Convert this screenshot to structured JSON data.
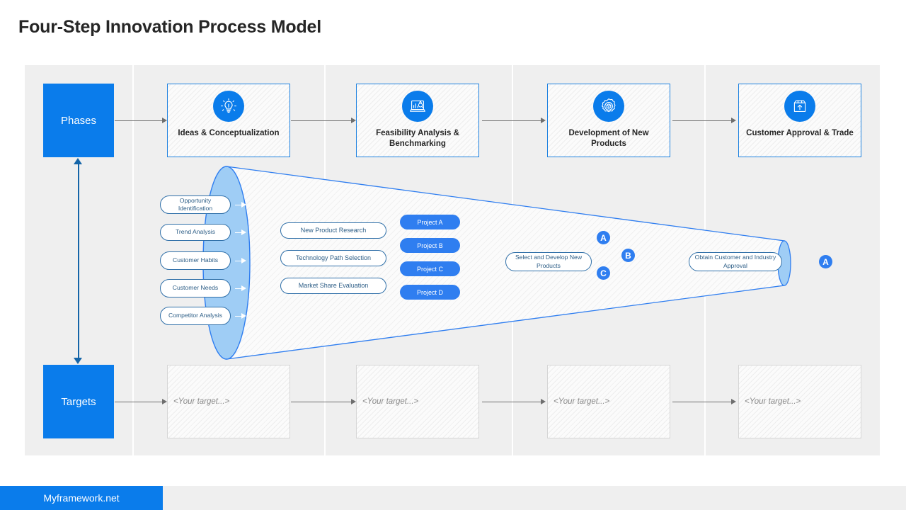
{
  "page": {
    "title": "Four-Step Innovation Process Model",
    "accent_color": "#0a7ceb",
    "canvas_bg": "#efefef",
    "funnel_outline": "#2f7ef0",
    "funnel_cap_fill": "#9fcdf5"
  },
  "rows": {
    "phases_label": "Phases",
    "targets_label": "Targets"
  },
  "phases": [
    {
      "label": "Ideas & Conceptualization",
      "icon": "lightbulb-icon"
    },
    {
      "label": "Feasibility Analysis & Benchmarking",
      "icon": "laptop-analysis-icon"
    },
    {
      "label": "Development of New Products",
      "icon": "gear-box-icon"
    },
    {
      "label": "Customer Approval & Trade",
      "icon": "package-upload-icon"
    }
  ],
  "targets": [
    {
      "placeholder": "<Your target...>"
    },
    {
      "placeholder": "<Your target...>"
    },
    {
      "placeholder": "<Your target...>"
    },
    {
      "placeholder": "<Your target...>"
    }
  ],
  "funnel": {
    "inputs": [
      "Opportunity Identification",
      "Trend Analysis",
      "Customer Habits",
      "Customer Needs",
      "Competitor Analysis"
    ],
    "stage_two": [
      "New Product Research",
      "Technology Path Selection",
      "Market Share Evaluation"
    ],
    "projects": [
      "Project A",
      "Project B",
      "Project C",
      "Project D"
    ],
    "stage_three": "Select and Develop New Products",
    "stage_three_badges": [
      "A",
      "B",
      "C"
    ],
    "stage_four": "Obtain Customer and Industry Approval",
    "outlet_badge": "A"
  },
  "footer": {
    "brand": "Myframework.net"
  }
}
